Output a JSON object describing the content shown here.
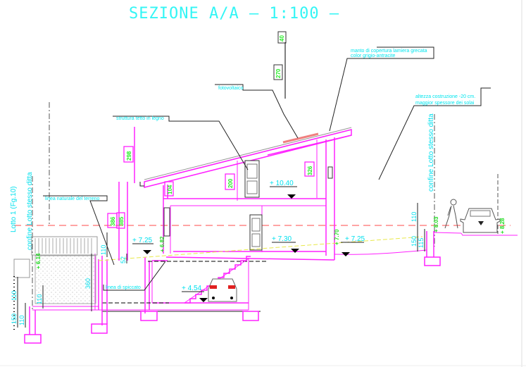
{
  "title": "SEZIONE A/A  –  1:100  –",
  "notes": {
    "roof_cover_1": "manto di copertura lamiera grecata",
    "roof_cover_2": "color grigio-antracite",
    "photovoltaic": "fotovoltaico",
    "height_1": "altezza costruzione -20 cm.",
    "height_2": "maggior spessore dei solai",
    "roof_structure": "struttura tetto in legno",
    "natural_ground": "linea naturale del terreno",
    "ground_line": "linea di spiccato"
  },
  "boundaries": {
    "left_lot": "Lotto 1 (Fg.10)",
    "left_confine": "confine Lotto stesso ditta",
    "right_confine": "confine Lotto stesso ditta"
  },
  "dimensions": {
    "d40": "40",
    "d270": "270",
    "d298": "298",
    "d200": "200",
    "d104": "104",
    "d326": "326",
    "d386": "386",
    "d385": "385",
    "d110a": "110",
    "d52": "52",
    "d360": "360",
    "d110b": "110",
    "d110c": "110",
    "d150": "150",
    "d110d": "110",
    "d150r": "150",
    "d115r": "115",
    "d110r": "110",
    "d110left": "110"
  },
  "elevations": {
    "e1040": "+ 10.40",
    "e725a": "+ 7.25",
    "e730": "+ 7.30",
    "e725b": "+ 7.25",
    "e454": "+ 4.54",
    "e770": "+ 7.70",
    "e682": "+ 6.82",
    "e614": "+ 6.14",
    "e803": "+ 8.03",
    "e828": "+ 8.28"
  },
  "colors": {
    "structure": "#ff22ff",
    "text": "#00e5ee",
    "dimension": "#22ee22",
    "reference": "#ff6666"
  }
}
